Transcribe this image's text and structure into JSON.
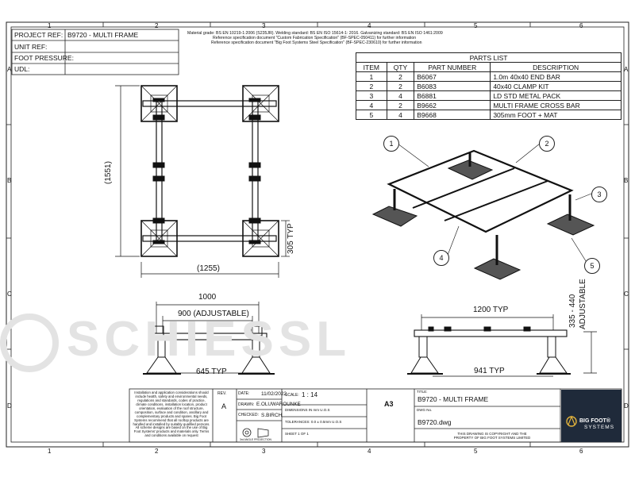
{
  "grid": {
    "columns": [
      "1",
      "2",
      "3",
      "4",
      "5",
      "6"
    ],
    "rows": [
      "A",
      "B",
      "C",
      "D"
    ]
  },
  "header": {
    "project_ref_label": "PROJECT REF:",
    "project_ref_value": "B9720 - MULTI FRAME",
    "unit_ref_label": "UNIT REF:",
    "foot_pressure_label": "FOOT PRESSURE:",
    "udl_label": "UDL:"
  },
  "notes": {
    "line1": "Material grade: BS EN 10219-1:2006 (S235JR). Welding standard: BS EN ISO 15614-1: 2016. Galvanizing standard: BS EN ISO 1461:2009",
    "line2": "Reference specification document \"Custom Fabrication Specification\" (BF-SPEC-050411) for further information",
    "line3": "Reference specification document \"Big Foot Systems Steel Specification\" (BF-SPEC-230610) for further information"
  },
  "parts_list": {
    "title": "PARTS LIST",
    "headers": [
      "ITEM",
      "QTY",
      "PART NUMBER",
      "DESCRIPTION"
    ],
    "rows": [
      [
        "1",
        "2",
        "B6067",
        "1.0m 40x40 END BAR"
      ],
      [
        "2",
        "2",
        "B6083",
        "40x40 CLAMP KIT"
      ],
      [
        "3",
        "4",
        "B6881",
        "LD STD METAL PACK"
      ],
      [
        "4",
        "2",
        "B9662",
        "MULTI FRAME CROSS BAR"
      ],
      [
        "5",
        "4",
        "B9668",
        "305mm FOOT + MAT"
      ]
    ]
  },
  "dimensions": {
    "plan_height": "(1551)",
    "plan_width": "(1255)",
    "plan_typ": "305 TYP",
    "front_overall": "1000",
    "front_adjustable": "900 (ADJUSTABLE)",
    "front_typ": "645 TYP",
    "side_typ": "1200 TYP",
    "side_typ2": "941 TYP",
    "height_range": "335 - 440",
    "height_note": "ADJUSTABLE"
  },
  "callouts": [
    "1",
    "2",
    "3",
    "4",
    "5"
  ],
  "watermark": "SCHIESSL",
  "title_block": {
    "disclaimer": "Installation and application considerations should include health, safety and environmental needs, regulations and standards, codes of practice, climate conditions, installation location, product orientation, evaluation of the roof structure, composition, surface and condition, ancillary and complementary products and spares. Big Foot Systems recommend that all rooftop products are handled and installed by suitably qualified persons. All scheme designs are based on the use of Big Foot Systems' products and materials only. Terms and conditions available on request",
    "rev_label": "REV.",
    "rev_value": "A",
    "date_label": "DATE:",
    "date_value": "11/02/2022",
    "drawn_label": "DRAWN:",
    "drawn_value": "E.OLUWAROUNKE",
    "checked_label": "CHECKED:",
    "checked_value": "S.BIRCH",
    "projection": "3rd ANGLE PROJECTION",
    "scale_label": "SCALE:",
    "scale_value": "1 : 14",
    "dimensions_note": "DIMENSIONS IN mm U.O.S",
    "tolerances": "TOLERANCES: 0.0 ± 0.5mm U.O.S",
    "sheet": "SHEET 1 OF 1",
    "size": "A3",
    "title_label": "TITLE:",
    "title_value": "B9720 - MULTI FRAME",
    "dwg_label": "DWG No.",
    "dwg_value": "B9720.dwg",
    "copyright": "THIS DRAWING IS COPYRIGHT AND THE PROPERTY OF BIG FOOT SYSTEMS LIMITED",
    "logo_line1": "BIG FOOT®",
    "logo_line2": "SYSTEMS"
  }
}
